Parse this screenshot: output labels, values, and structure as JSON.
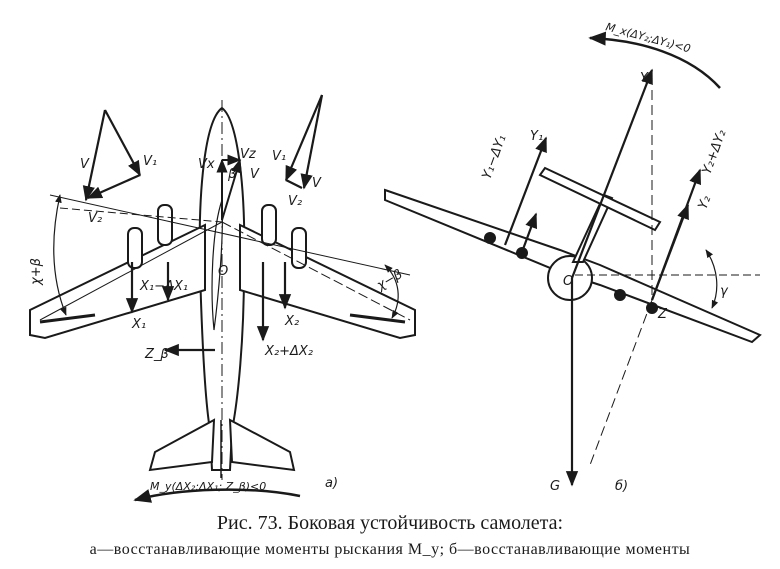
{
  "figure": {
    "caption_title": "Рис. 73. Боковая устойчивость самолета:",
    "caption_line": "а—восстанавливающие моменты рыскания M_y; б—восстанавливающие моменты"
  },
  "left_panel": {
    "tag": "а)",
    "labels": {
      "v_left": "V",
      "v1_left": "V₁",
      "v2_left": "V₂",
      "v_right": "V",
      "v1_right": "V₁",
      "v2_right": "V₂",
      "vx": "Vx",
      "vz": "Vz",
      "beta": "β",
      "v_center": "V",
      "chi_plus_beta": "χ+β",
      "chi_minus_beta": "χ−β",
      "origin": "O",
      "x1_minus": "X₁−ΔX₁",
      "x1": "X₁",
      "x2": "X₂",
      "x2_plus": "X₂+ΔX₂",
      "z_beta": "Z_β"
    },
    "moment": "M_y(ΔX₂;ΔX₁; Z_β)<0"
  },
  "right_panel": {
    "tag": "б)",
    "labels": {
      "y": "Y",
      "y1": "Y₁",
      "y1_minus": "Y₁−ΔY₁",
      "y2": "Y₂",
      "y2_plus": "Y₂+ΔY₂",
      "origin": "O",
      "z": "Z",
      "gamma": "γ",
      "g": "G"
    },
    "moment": "M_x(ΔY₂;ΔY₁)<0"
  }
}
